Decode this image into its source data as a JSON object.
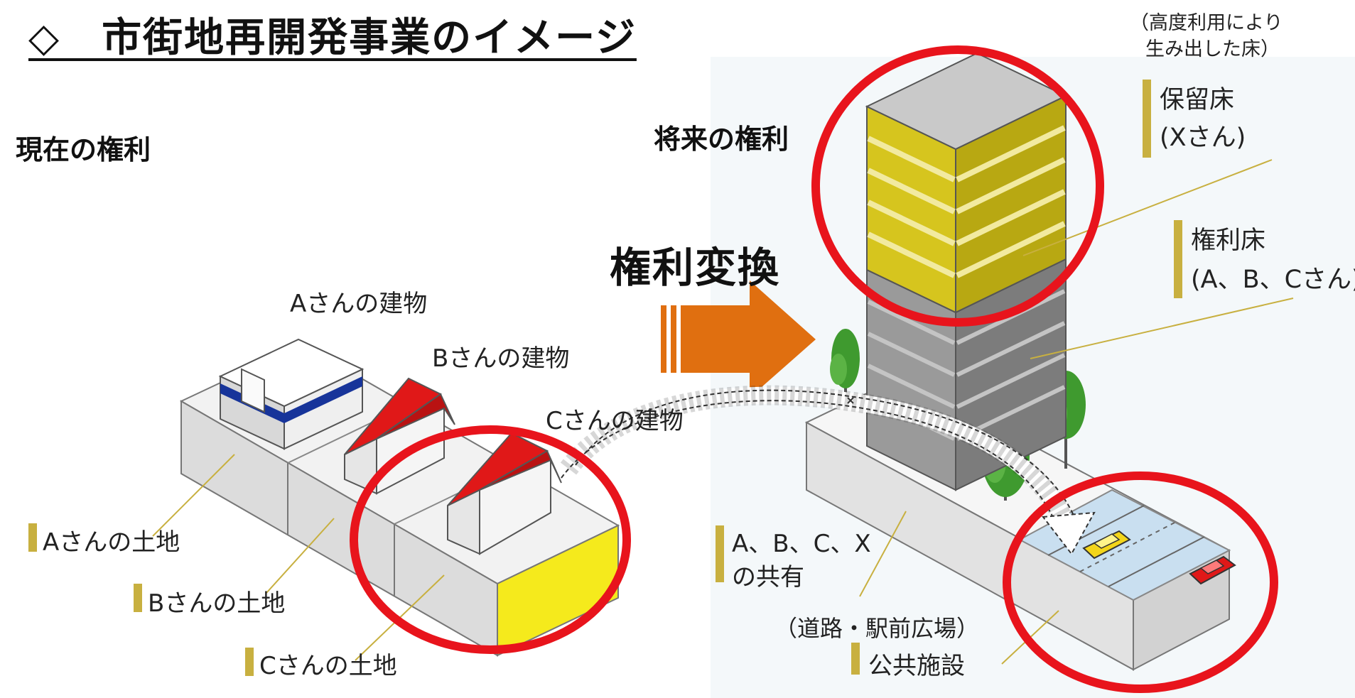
{
  "title": "◇　市街地再開発事業のイメージ",
  "labels": {
    "current_rights": "現在の権利",
    "future_rights": "将来の権利",
    "conversion": "権利変換",
    "building_a": "Aさんの建物",
    "building_b": "Bさんの建物",
    "building_c": "Cさんの建物",
    "land_a": "Aさんの土地",
    "land_b": "Bさんの土地",
    "land_c": "Cさんの土地",
    "high_use_line1": "（高度利用により",
    "high_use_line2": "生み出した床）",
    "reserved_floor": "保留床",
    "reserved_owner": "(Xさん)",
    "rights_floor": "権利床",
    "rights_owners": "(A、B、Cさん)",
    "shared_line1": "A、B、C、X",
    "shared_line2": "の共有",
    "road_station": "（道路・駅前広場）",
    "public_facility": "公共施設"
  },
  "colors": {
    "highlight_circle": "#e8141c",
    "arrow": "#e06f10",
    "roof": "#e01818",
    "reserved_floor_fill": "#c8ba14",
    "land_c_side": "#f5ea1c",
    "tag_marker": "#c8b040",
    "building_blue": "#17349a",
    "tree": "#3f9a2f",
    "road": "#c9dff0"
  },
  "icons": [
    "orange-arrow-icon",
    "tree-icon",
    "yellow-car-icon",
    "red-car-icon"
  ]
}
